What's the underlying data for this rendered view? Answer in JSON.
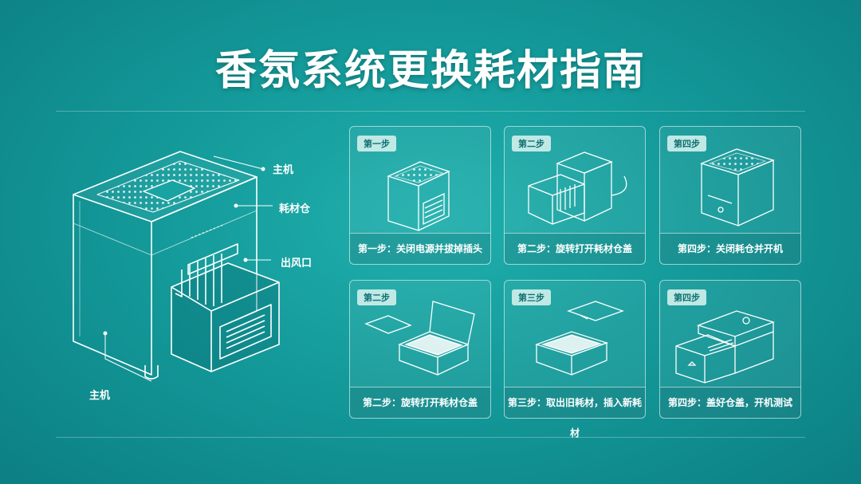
{
  "title": "香氛系统更换耗材指南",
  "left_labels": {
    "main_top": "主机",
    "cartridge": "耗材仓",
    "outlet": "出风口",
    "main_bottom": "主机"
  },
  "steps": [
    {
      "badge": "第一步",
      "caption": "第一步：关闭电源并拔掉插头"
    },
    {
      "badge": "第二步",
      "caption": "第二步：旋转打开耗材仓盖"
    },
    {
      "badge": "第四步",
      "caption": "第四步：关闭耗仓并开机"
    },
    {
      "badge": "第二步",
      "caption": "第二步：旋转打开耗材仓盖"
    },
    {
      "badge": "第三步",
      "caption": "第三步：取出旧耗材，插入新耗材"
    },
    {
      "badge": "第四步",
      "caption": "第四步：盖好仓盖，开机测试"
    }
  ]
}
